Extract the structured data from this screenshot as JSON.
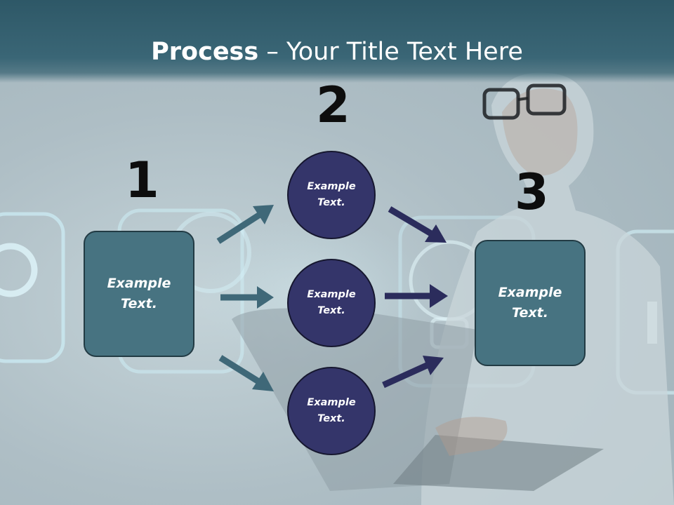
{
  "title": {
    "bold": "Process",
    "rest": " – Your Title Text Here"
  },
  "numbers": {
    "n1": "1",
    "n2": "2",
    "n3": "3"
  },
  "left_box": {
    "line1": "Example",
    "line2": "Text."
  },
  "right_box": {
    "line1": "Example",
    "line2": "Text."
  },
  "circles": [
    {
      "line1": "Example",
      "line2": "Text."
    },
    {
      "line1": "Example",
      "line2": "Text."
    },
    {
      "line1": "Example",
      "line2": "Text."
    }
  ],
  "colors": {
    "box_fill": "#477381",
    "circle_fill": "#34356a",
    "arrow_teal": "#3f6878",
    "arrow_navy": "#2b2c5c",
    "title_band": "#3a6676"
  }
}
